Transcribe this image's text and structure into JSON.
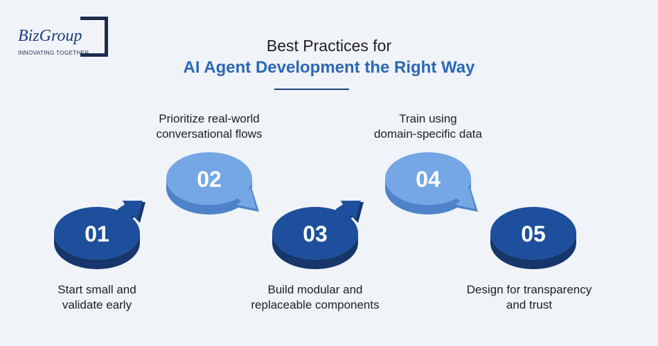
{
  "logo": {
    "wordmark": "BizGroup",
    "tagline": "INNOVATING TOGETHER"
  },
  "title": {
    "line1": "Best Practices for",
    "line2": "AI Agent Development the Right Way"
  },
  "steps": [
    {
      "number": "01",
      "label_line1": "Start small and",
      "label_line2": "validate early"
    },
    {
      "number": "02",
      "label_line1": "Prioritize real-world",
      "label_line2": "conversational flows"
    },
    {
      "number": "03",
      "label_line1": "Build modular and",
      "label_line2": "replaceable components"
    },
    {
      "number": "04",
      "label_line1": "Train using",
      "label_line2": "domain-specific data"
    },
    {
      "number": "05",
      "label_line1": "Design for transparency",
      "label_line2": "and trust"
    }
  ],
  "colors": {
    "dark_top": "#1d4f9c",
    "dark_side": "#16366c",
    "light_top": "#74a7e4",
    "light_side": "#4f83c9",
    "heading": "#1f1f1f",
    "accent": "#2b68b4"
  }
}
